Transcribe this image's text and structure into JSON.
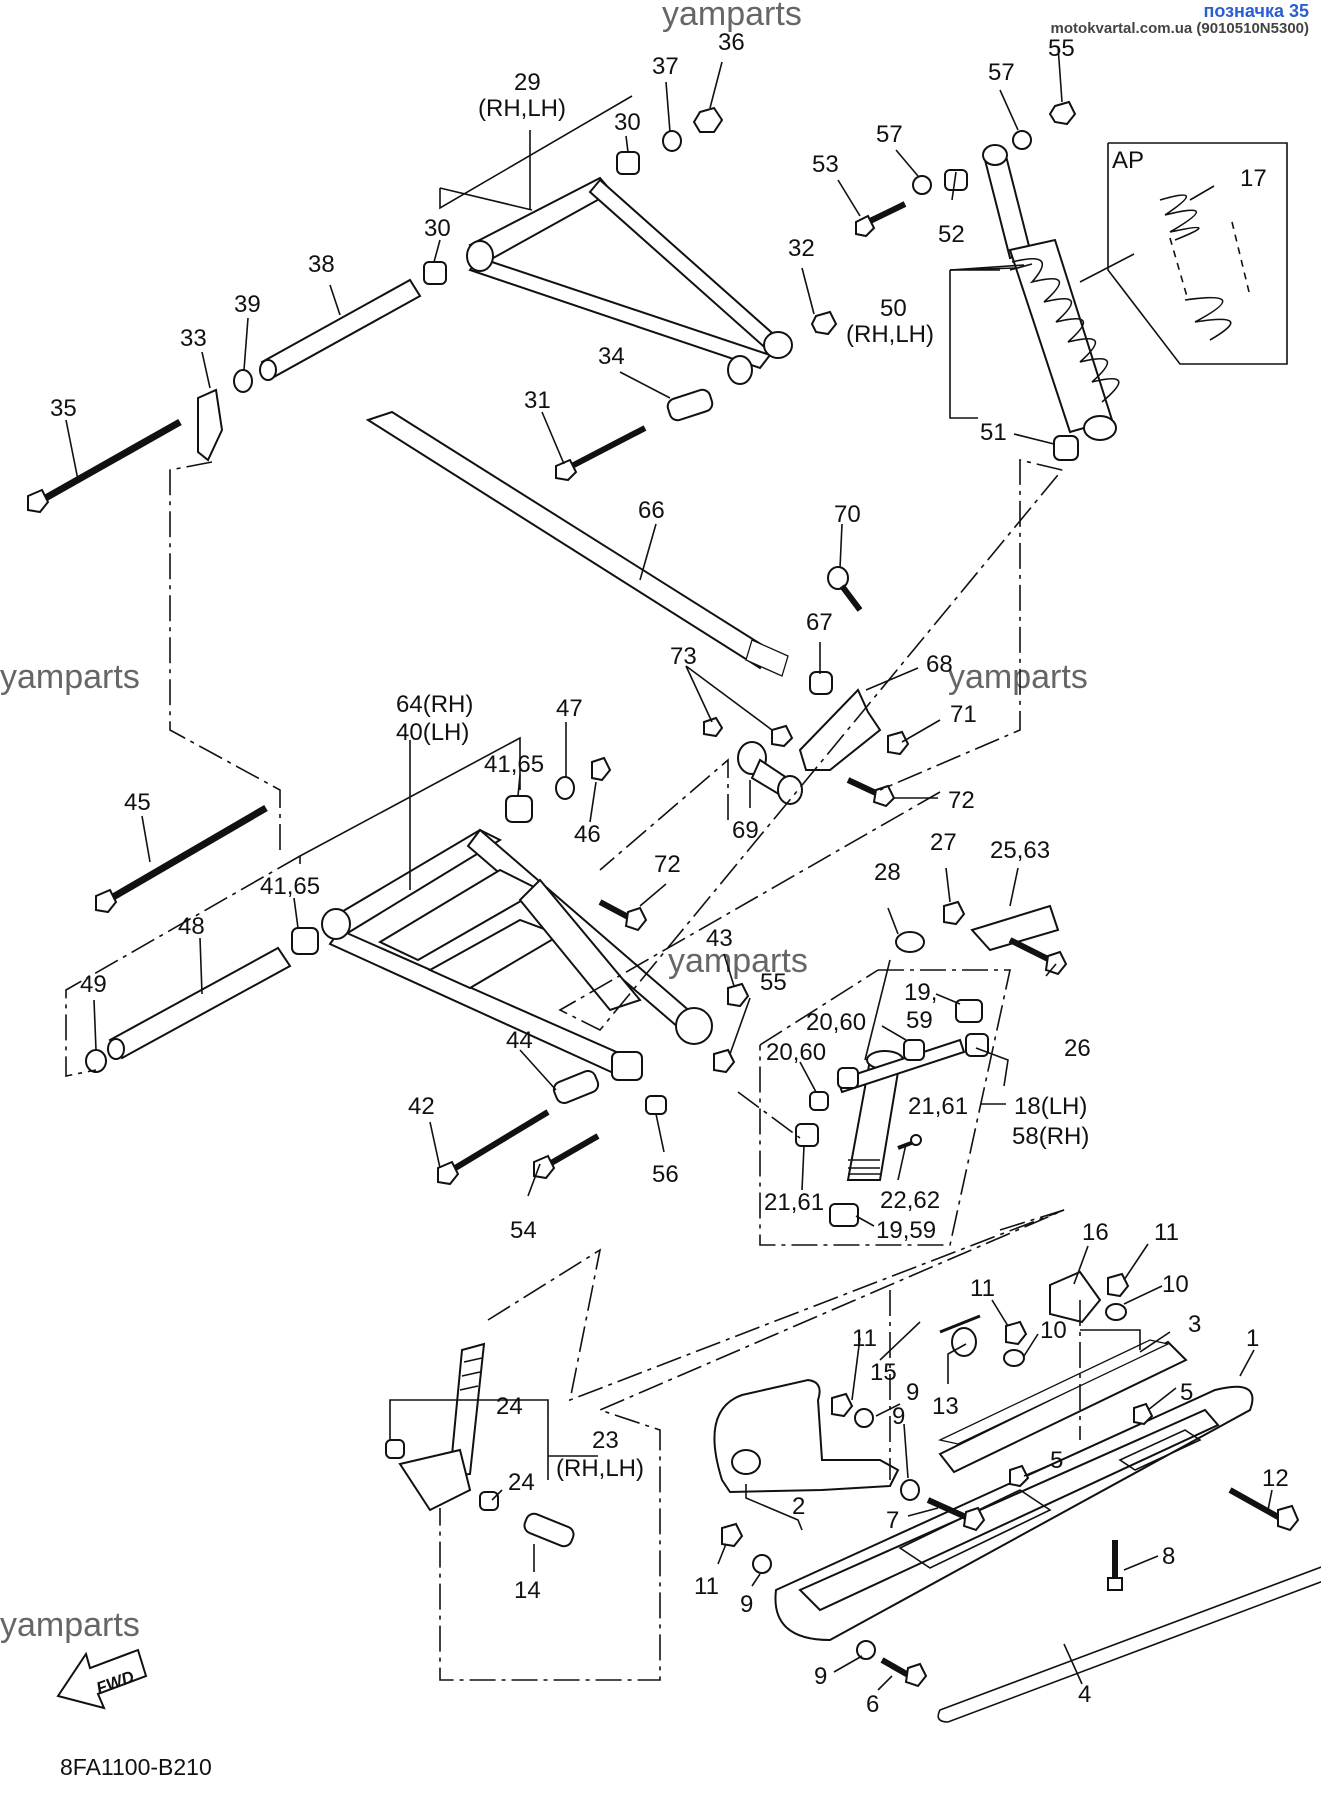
{
  "header": {
    "reference": "позначка 35",
    "site": "motokvartal.com.ua (9010510N5300)"
  },
  "watermarks": [
    "yamparts",
    "yamparts",
    "yamparts",
    "yamparts",
    "yamparts"
  ],
  "diagram_code": "8FA1100-B210",
  "fwd_label": "FWD",
  "callouts": {
    "c36": "36",
    "c37": "37",
    "c55a": "55",
    "c57a": "57",
    "c57b": "57",
    "c53": "53",
    "c52": "52",
    "c29": "29",
    "c29s": "(RH,LH)",
    "c30a": "30",
    "c30b": "30",
    "c38": "38",
    "c39": "39",
    "c33": "33",
    "c35": "35",
    "c32": "32",
    "c34": "34",
    "c31": "31",
    "c50": "50",
    "c50s": "(RH,LH)",
    "c51": "51",
    "cAP": "AP",
    "c17": "17",
    "c66": "66",
    "c70": "70",
    "c67": "67",
    "c68": "68",
    "c73": "73",
    "c71": "71",
    "c72a": "72",
    "c69": "69",
    "c64": "64(RH)",
    "c40": "40(LH)",
    "c47": "47",
    "c4165a": "41,65",
    "c46": "46",
    "c45": "45",
    "c72b": "72",
    "c4165b": "41,65",
    "c48": "48",
    "c49": "49",
    "c27": "27",
    "c2563": "25,63",
    "c28": "28",
    "c43": "43",
    "c55b": "55",
    "c1959a": "19,",
    "c59a": "59",
    "c2060a": "20,60",
    "c2060b": "20,60",
    "c26": "26",
    "c44": "44",
    "c2161a": "21,61",
    "c18": "18(LH)",
    "c58": "58(RH)",
    "c42": "42",
    "c56": "56",
    "c54": "54",
    "c2161b": "21,61",
    "c2262": "22,62",
    "c1959b": "19,59",
    "c16": "16",
    "c11a": "11",
    "c10a": "10",
    "c11b": "11",
    "c10b": "10",
    "c3": "3",
    "c11c": "11",
    "c15": "15",
    "c9a": "9",
    "c13": "13",
    "c1": "1",
    "c5a": "5",
    "c24a": "24",
    "c23": "23",
    "c23s": "(RH,LH)",
    "c9b": "9",
    "c5b": "5",
    "c12": "12",
    "c24b": "24",
    "c2": "2",
    "c7": "7",
    "c8": "8",
    "c14": "14",
    "c11d": "11",
    "c9c": "9",
    "c9d": "9",
    "c6": "6",
    "c4": "4"
  }
}
